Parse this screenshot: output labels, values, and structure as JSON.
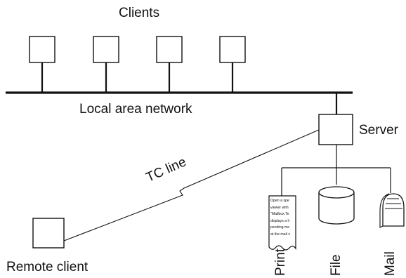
{
  "labels": {
    "clients": "Clients",
    "lan": "Local area network",
    "server": "Server",
    "tc_line": "TC line",
    "remote_client": "Remote client",
    "print": "Print",
    "file": "File",
    "mail": "Mail"
  },
  "print_document_lines": [
    "Open a spe",
    "viewer with",
    "\"Mailbox.Te",
    "displays a li",
    "pending me",
    "at the mail s"
  ],
  "colors": {
    "ink": "#111111",
    "background": "#ffffff"
  }
}
